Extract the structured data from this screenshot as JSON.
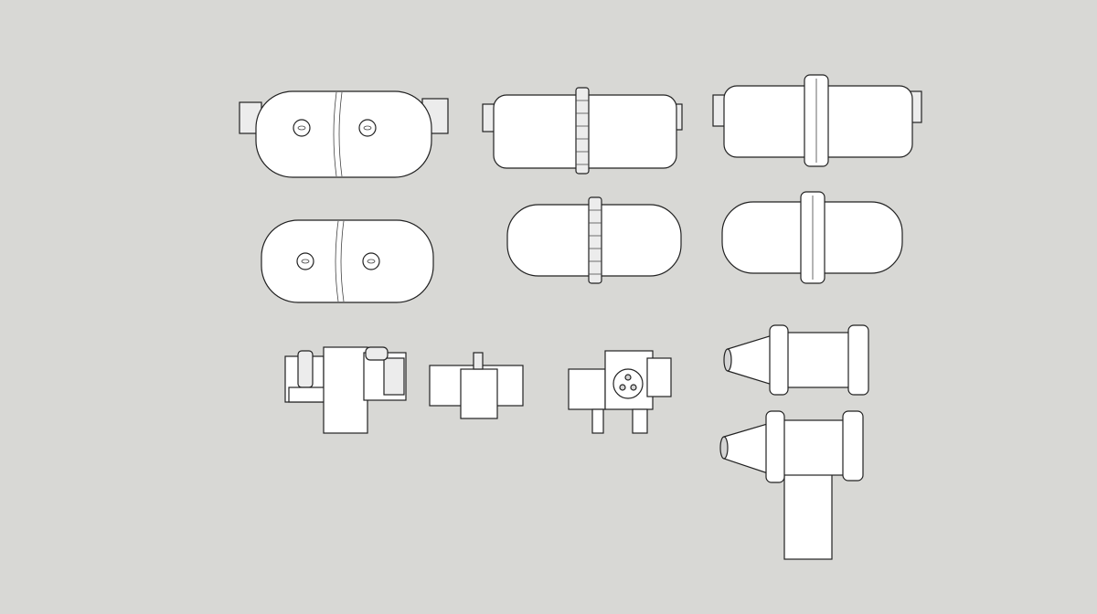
{
  "scene": {
    "background_color": "#d8d8d5",
    "model_fill_color": "#ffffff",
    "edge_color": "#222222",
    "objects": [
      {
        "id": "tank-1",
        "kind": "tank with ports and end brackets"
      },
      {
        "id": "tank-2",
        "kind": "tank with segmented band and end brackets"
      },
      {
        "id": "tank-3",
        "kind": "tank with bolted flange and end brackets"
      },
      {
        "id": "tank-4",
        "kind": "tank with ports"
      },
      {
        "id": "tank-5",
        "kind": "tank with segmented band"
      },
      {
        "id": "tank-6",
        "kind": "tank with bolted flange"
      },
      {
        "id": "block-1",
        "kind": "mechanical block assembly"
      },
      {
        "id": "block-2",
        "kind": "simple block"
      },
      {
        "id": "block-3",
        "kind": "block with circular port"
      },
      {
        "id": "nozzle-1",
        "kind": "flanged cylinder with cone nozzle"
      },
      {
        "id": "nozzle-2",
        "kind": "flanged cylinder with cone nozzle on support"
      }
    ]
  }
}
